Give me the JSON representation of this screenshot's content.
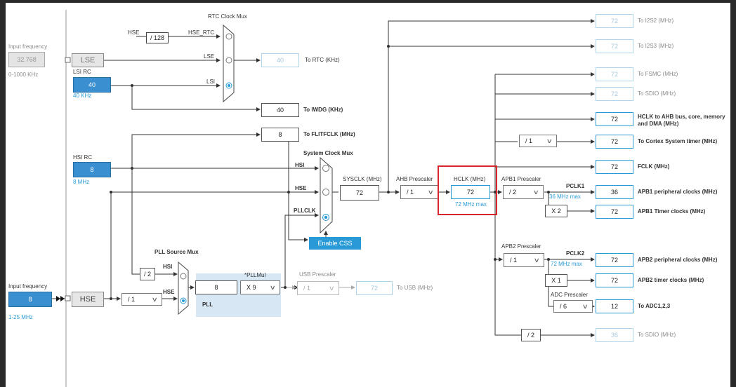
{
  "colors": {
    "accent": "#2a9ad7",
    "source_fill": "#3a8fd0",
    "highlight": "#d6262c",
    "pll_panel": "#d7e7f4"
  },
  "left": {
    "lse_input_label": "Input frequency",
    "lse_input_value": "32.768",
    "lse_input_range": "0-1000 KHz",
    "lse_label": "LSE",
    "lsi_rc_label": "LSI RC",
    "lsi_value": "40",
    "lsi_freq": "40 KHz",
    "hsi_rc_label": "HSI RC",
    "hsi_value": "8",
    "hsi_freq": "8 MHz",
    "hse_input_label": "Input frequency",
    "hse_input_value": "8",
    "hse_input_range": "1-25 MHz",
    "hse_label": "HSE"
  },
  "rtc": {
    "mux_title": "RTC Clock Mux",
    "hse_label": "HSE",
    "div_label": "/ 128",
    "hse_rtc_label": "HSE_RTC",
    "lse_label": "LSE",
    "lsi_label": "LSI",
    "rtc_value": "40",
    "rtc_dest": "To RTC (KHz)",
    "iwdg_value": "40",
    "iwdg_dest": "To IWDG (KHz)",
    "flit_value": "8",
    "flit_dest": "To FLITFCLK (MHz)"
  },
  "sysmux": {
    "title": "System Clock Mux",
    "hsi": "HSI",
    "hse": "HSE",
    "pllclk": "PLLCLK",
    "enable_css": "Enable CSS"
  },
  "pll": {
    "source_mux_title": "PLL Source Mux",
    "div2": "/ 2",
    "hsi": "HSI",
    "hse": "HSE",
    "value": "8",
    "mul_label": "*PLLMul",
    "mul_selected": "X 9",
    "name": "PLL",
    "hse_div_selected": "/ 1"
  },
  "usb": {
    "prescaler_label": "USB Prescaler",
    "selected": "/ 1",
    "value": "72",
    "dest": "To USB (MHz)"
  },
  "sys": {
    "sysclk_label": "SYSCLK (MHz)",
    "sysclk_value": "72",
    "ahb_label": "AHB Prescaler",
    "ahb_selected": "/ 1",
    "hclk_label": "HCLK (MHz)",
    "hclk_value": "72",
    "hclk_max": "72 MHz max"
  },
  "outputs": {
    "i2s2_value": "72",
    "i2s2_dest": "To I2S2 (MHz)",
    "i2s3_value": "72",
    "i2s3_dest": "To I2S3 (MHz)",
    "fsmc_value": "72",
    "fsmc_dest": "To FSMC (MHz)",
    "sdio_value": "72",
    "sdio_dest": "To SDIO (MHz)",
    "ahb_value": "72",
    "ahb_dest": "HCLK to AHB bus, core, memory and DMA (MHz)",
    "cortex_div": "/ 1",
    "cortex_value": "72",
    "cortex_dest": "To Cortex System timer (MHz)",
    "fclk_value": "72",
    "fclk_dest": "FCLK (MHz)",
    "sdio2_div": "/ 2",
    "sdio2_value": "36",
    "sdio2_dest": "To SDIO (MHz)"
  },
  "apb1": {
    "prescaler_label": "APB1 Prescaler",
    "selected": "/ 2",
    "pclk_label": "PCLK1",
    "max": "36 MHz max",
    "periph_value": "36",
    "periph_dest": "APB1 peripheral clocks (MHz)",
    "timer_mul": "X 2",
    "timer_value": "72",
    "timer_dest": "APB1 Timer clocks (MHz)"
  },
  "apb2": {
    "prescaler_label": "APB2 Prescaler",
    "selected": "/ 1",
    "pclk_label": "PCLK2",
    "max": "72 MHz max",
    "periph_value": "72",
    "periph_dest": "APB2 peripheral clocks (MHz)",
    "timer_mul": "X 1",
    "timer_value": "72",
    "timer_dest": "APB2 timer clocks (MHz)",
    "adc_prescaler_label": "ADC Prescaler",
    "adc_selected": "/ 6",
    "adc_value": "12",
    "adc_dest": "To ADC1,2,3"
  }
}
